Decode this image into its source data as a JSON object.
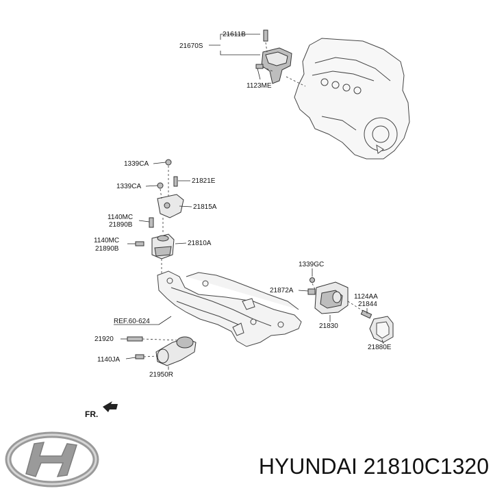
{
  "labels": {
    "p21611B": "21611B",
    "p21670S": "21670S",
    "p1123ME": "1123ME",
    "p1339CA_a": "1339CA",
    "p1339CA_b": "1339CA",
    "p21821E": "21821E",
    "p21815A": "21815A",
    "p1140MC_a": "1140MC",
    "p21890B_a": "21890B",
    "p1140MC_b": "1140MC",
    "p21890B_b": "21890B",
    "p21810A": "21810A",
    "p1339GC": "1339GC",
    "p21872A": "21872A",
    "p1124AA": "1124AA",
    "p21844": "21844",
    "p21830": "21830",
    "p21880E": "21880E",
    "ref": "REF.60-624",
    "p21920": "21920",
    "p1140JA": "1140JA",
    "p21950R": "21950R",
    "fr": "FR."
  },
  "caption": "HYUNDAI 21810C1320",
  "colors": {
    "text": "#111111",
    "logo": "#9a9a9a"
  }
}
